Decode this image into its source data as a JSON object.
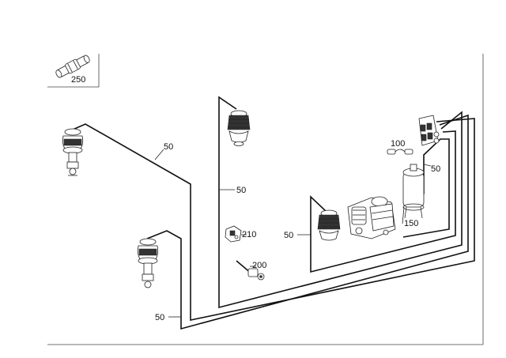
{
  "labels": {
    "l250": "250",
    "l100": "100",
    "l50_right": "50",
    "l50_left_top": "50",
    "l50_center": "50",
    "l210": "210",
    "l50_compressor": "50",
    "l200": "200",
    "l150": "150",
    "l50_bottom": "50"
  }
}
